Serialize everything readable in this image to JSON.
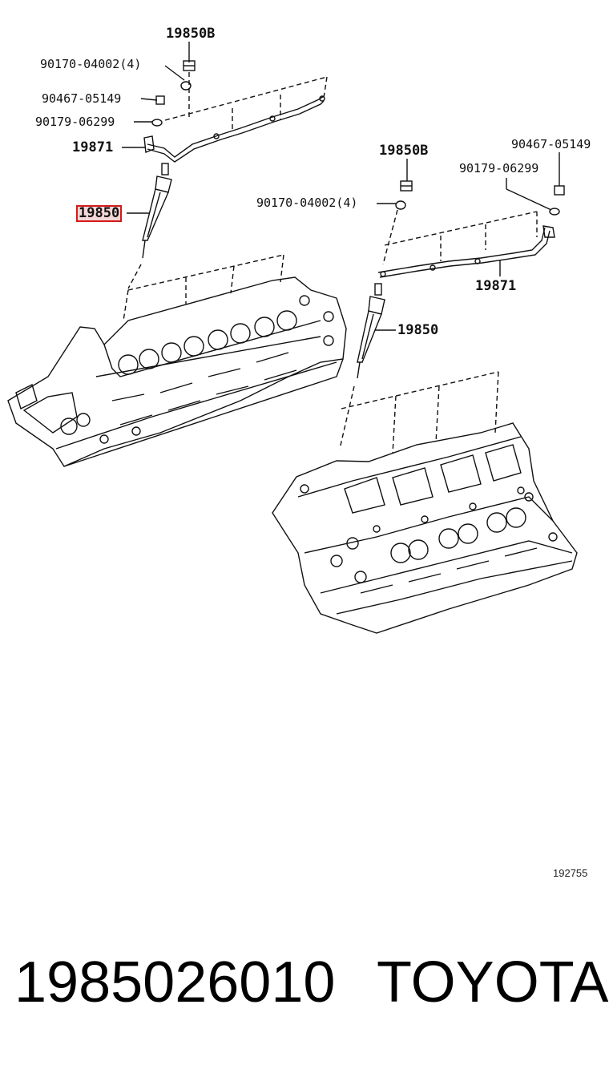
{
  "labels": {
    "left_nut_part": "19850B",
    "left_washer_part": "90170-04002(4)",
    "left_screw_part": "90467-05149",
    "left_clamp_part": "90179-06299",
    "left_busbar_part": "19871",
    "left_glowplug_part": "19850",
    "right_nut_part": "19850B",
    "right_washer_part": "90170-04002(4)",
    "right_screw_part": "90467-05149",
    "right_clamp_part": "90179-06299",
    "right_busbar_part": "19871",
    "right_glowplug_part": "19850"
  },
  "diagram_ref": "192755",
  "footer": {
    "part_number": "1985026010",
    "brand": "TOYOTA"
  },
  "colors": {
    "highlight_border": "#d41a1a",
    "highlight_fill": "#f3d6d6",
    "line": "#111111"
  }
}
